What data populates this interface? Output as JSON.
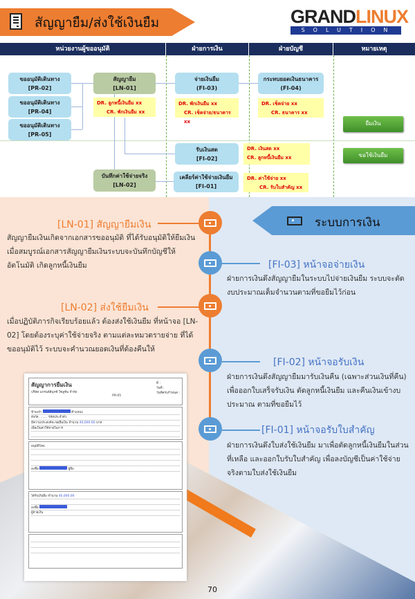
{
  "header": {
    "title": "สัญญายืม/ส่งใช้เงินยืม",
    "icon": "document-icon",
    "logo_top_a": "GRAND",
    "logo_top_b": "LINUX",
    "logo_bottom": "SOLUTION"
  },
  "table": {
    "columns": [
      "หน่วยงานผู้ขออนุมัติ",
      "ฝ่ายการเงิน",
      "ฝ่ายบัญชี",
      "หมายเหตุ"
    ]
  },
  "flow": {
    "pr02": {
      "t": "ขออนุมัติเดินทาง",
      "c": "[PR-02]"
    },
    "pr04": {
      "t": "ขออนุมัติเดินทาง",
      "c": "[PR-04]"
    },
    "pr05": {
      "t": "ขออนุมัติเดินทาง",
      "c": "[PR-05]"
    },
    "ln01": {
      "t": "สัญญายืม",
      "c": "[LN-01]",
      "dr": "DR. ลูกหนี้เงินยืม      xx",
      "cr": "CR. พักเงินยืม      xx"
    },
    "fi03": {
      "t": "จ่ายเงินยืม",
      "c": "(FI-03)",
      "dr": "DR. พักเงินยืม      xx",
      "cr": "CR. เช็คจ่าย/ธนาคาร      xx"
    },
    "fi04": {
      "t": "กระทบยอดเงินธนาคาร",
      "c": "(FI-04)",
      "dr": "DR. เช็คจ่าย            xx",
      "cr": "CR. ธนาคาร            xx"
    },
    "fi02": {
      "t": "รับเงินสด",
      "c": "[FI-02]",
      "dr": "DR. เงินสด          xx",
      "cr": "CR. ลูกหนี้เงินยืม       xx"
    },
    "ln02": {
      "t": "บันทึกค่าใช้จ่ายจริง",
      "c": "[LN-02]"
    },
    "fi01": {
      "t": "เคลียร์ค่าใช้จ่ายเงินยืม",
      "c": "[FI-01]",
      "dr": "DR. ค่าใช้จ่าย        xx",
      "cr": "CR. รับใบสำคัญ      xx"
    },
    "btn_borrow": "ยืมเงิน",
    "btn_repay": "ขอใช้เงินยืม"
  },
  "left": {
    "ln01_title": "[LN-01] สัญญายืมเงิน",
    "ln01_text": "สัญญายืมเงินเกิดจากเอกสารขออนุมัติ ที่ได้รับอนุมัติให้ยืมเงิน เมื่อสมบูรณ์เอกสารสัญญายืมเงินระบบจะบันทึกบัญชีให้อัตโนมัติ เกิดลูกหนี้เงินยืม",
    "ln02_title": "[LN-02] ส่งใช้ยืมเงิน",
    "ln02_text": "เมื่อปฏิบัติภารกิจเรียบร้อยแล้ว ต้องส่งใช้เงินยืม ที่หน้าจอ [LN-02] โดยต้องระบุค่าใช้จ่ายจริง ตามแต่ละหมวดรายจ่าย ที่ได้ขออนุมัติไว้ ระบบจะคำนวณยอดเงินที่ต้องคืนให้"
  },
  "right": {
    "banner": "ระบบการเงิน",
    "fi03_title": "[FI-03] หน้าจอจ่ายเงิน",
    "fi03_text": "ฝ่ายการเงินดึงสัญญายืมในระบบไปจ่ายเงินยืม ระบบจะตัดงบประมาณเต็มจำนวนตามที่ขอยืมไว้ก่อน",
    "fi02_title": "[FI-02] หน้าจอรับเงิน",
    "fi02_text": "ฝ่ายการเงินดึงสัญญายืมมารับเงินคืน (เฉพาะส่วนเงินที่คืน) เพื่อออกใบเสร็จรับเงิน ตัดลูกหนี้เงินยืม และคืนเงินเข้างบประมาณ ตามที่ขอยืมไว้",
    "fi01_title": "[FI-01] หน้าจอรับใบสำคัญ",
    "fi01_text": "ฝ่ายการเงินดึงใบส่งใช้เงินยืม มาเพื่อตัดลูกหนี้เงินยืมในส่วนที่เหลือ และออกใบรับใบสำคัญ เพื่อลงบัญชีเป็นค่าใช้จ่ายจริงตามใบส่งใช้เงินยืม"
  },
  "form": {
    "title": "สัญญาการยืมเงิน",
    "company": "บริษัท แกรนด์ลีนุกซ์ โซลูชั่น จำกัด",
    "code": "PR-05",
    "no": "ที่ :",
    "date": "วันที่ :",
    "due": "วันที่ครบกำหนด :",
    "l1": "ข้าพเจ้า",
    "l1b": "ตำแหน่ง",
    "l2": "สังกัด",
    "l2b": "รหัสประจำตัว",
    "l3": "มีความประสงค์จะขอยืมเงิน จำนวน",
    "amount": "40,000.00",
    "baht": "บาท",
    "l4": "เพื่อเป็นค่าใช้จ่ายในการ",
    "approve": "อนุมัติโดย",
    "sign": "ลงชื่อ",
    "borrower": "ผู้ยืม",
    "receive": "ได้รับเงินยืม จำนวน",
    "amount2": "40,000.00",
    "sign2": "ลงชื่อ",
    "payer": "ผู้จ่ายเงิน"
  },
  "page_number": "70"
}
